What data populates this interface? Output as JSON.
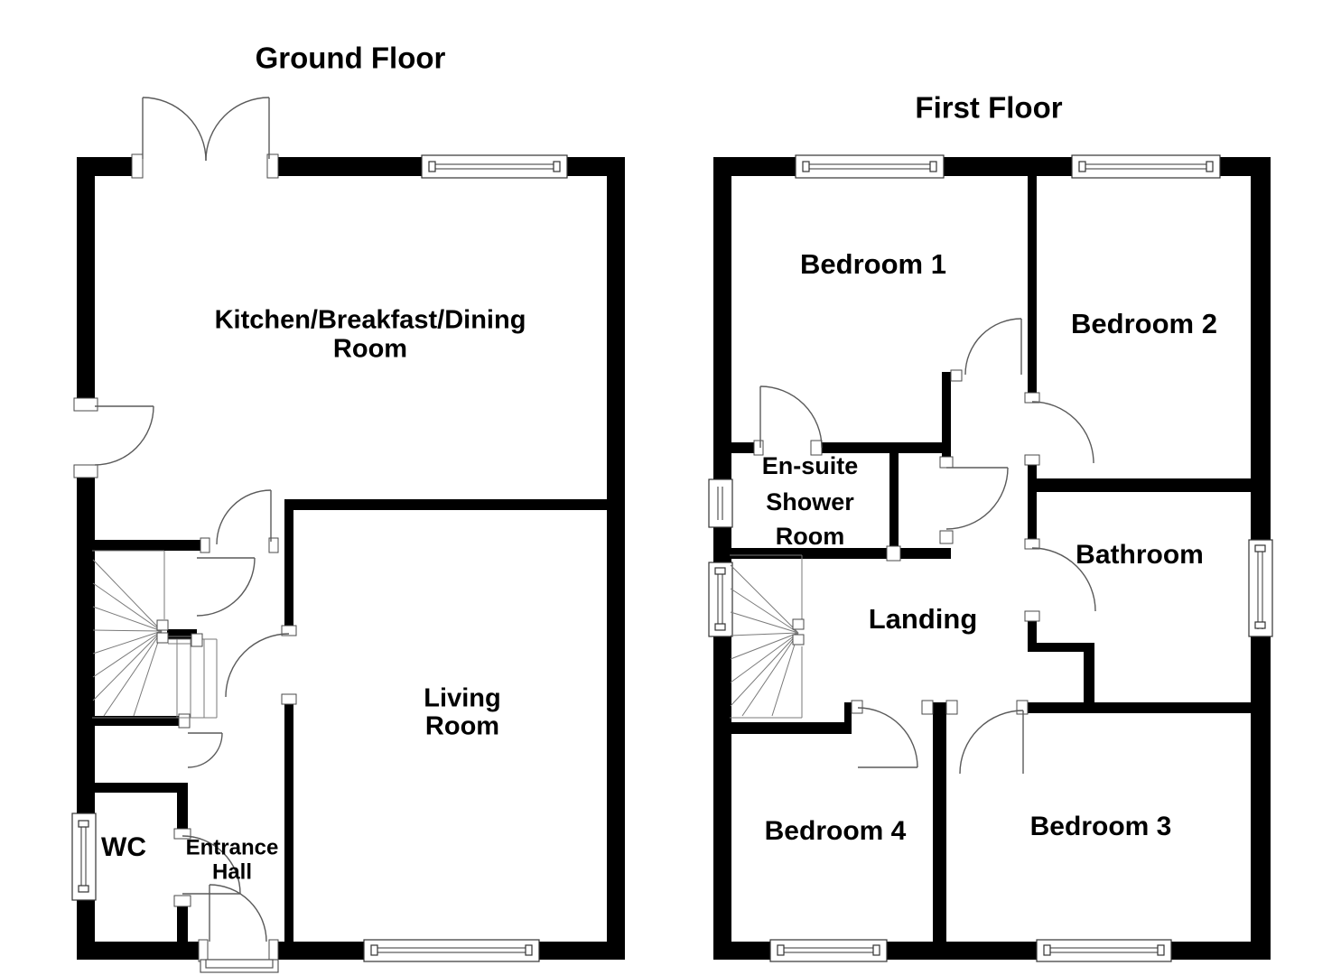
{
  "colors": {
    "wall": "#000000",
    "background": "#ffffff",
    "door_arc": "#5a5a5a"
  },
  "ground_floor": {
    "title": "Ground Floor",
    "rooms": {
      "kitchen": {
        "lines": [
          "Kitchen/Breakfast/Dining",
          "Room"
        ]
      },
      "living": {
        "lines": [
          "Living",
          "Room"
        ]
      },
      "wc": {
        "lines": [
          "WC"
        ]
      },
      "entrance_hall": {
        "lines": [
          "Entrance",
          "Hall"
        ]
      }
    }
  },
  "first_floor": {
    "title": "First Floor",
    "rooms": {
      "bedroom1": {
        "lines": [
          "Bedroom 1"
        ]
      },
      "bedroom2": {
        "lines": [
          "Bedroom 2"
        ]
      },
      "ensuite": {
        "lines": [
          "En-suite",
          "Shower",
          "Room"
        ]
      },
      "bathroom": {
        "lines": [
          "Bathroom"
        ]
      },
      "landing": {
        "lines": [
          "Landing"
        ]
      },
      "bedroom4": {
        "lines": [
          "Bedroom 4"
        ]
      },
      "bedroom3": {
        "lines": [
          "Bedroom 3"
        ]
      }
    }
  }
}
